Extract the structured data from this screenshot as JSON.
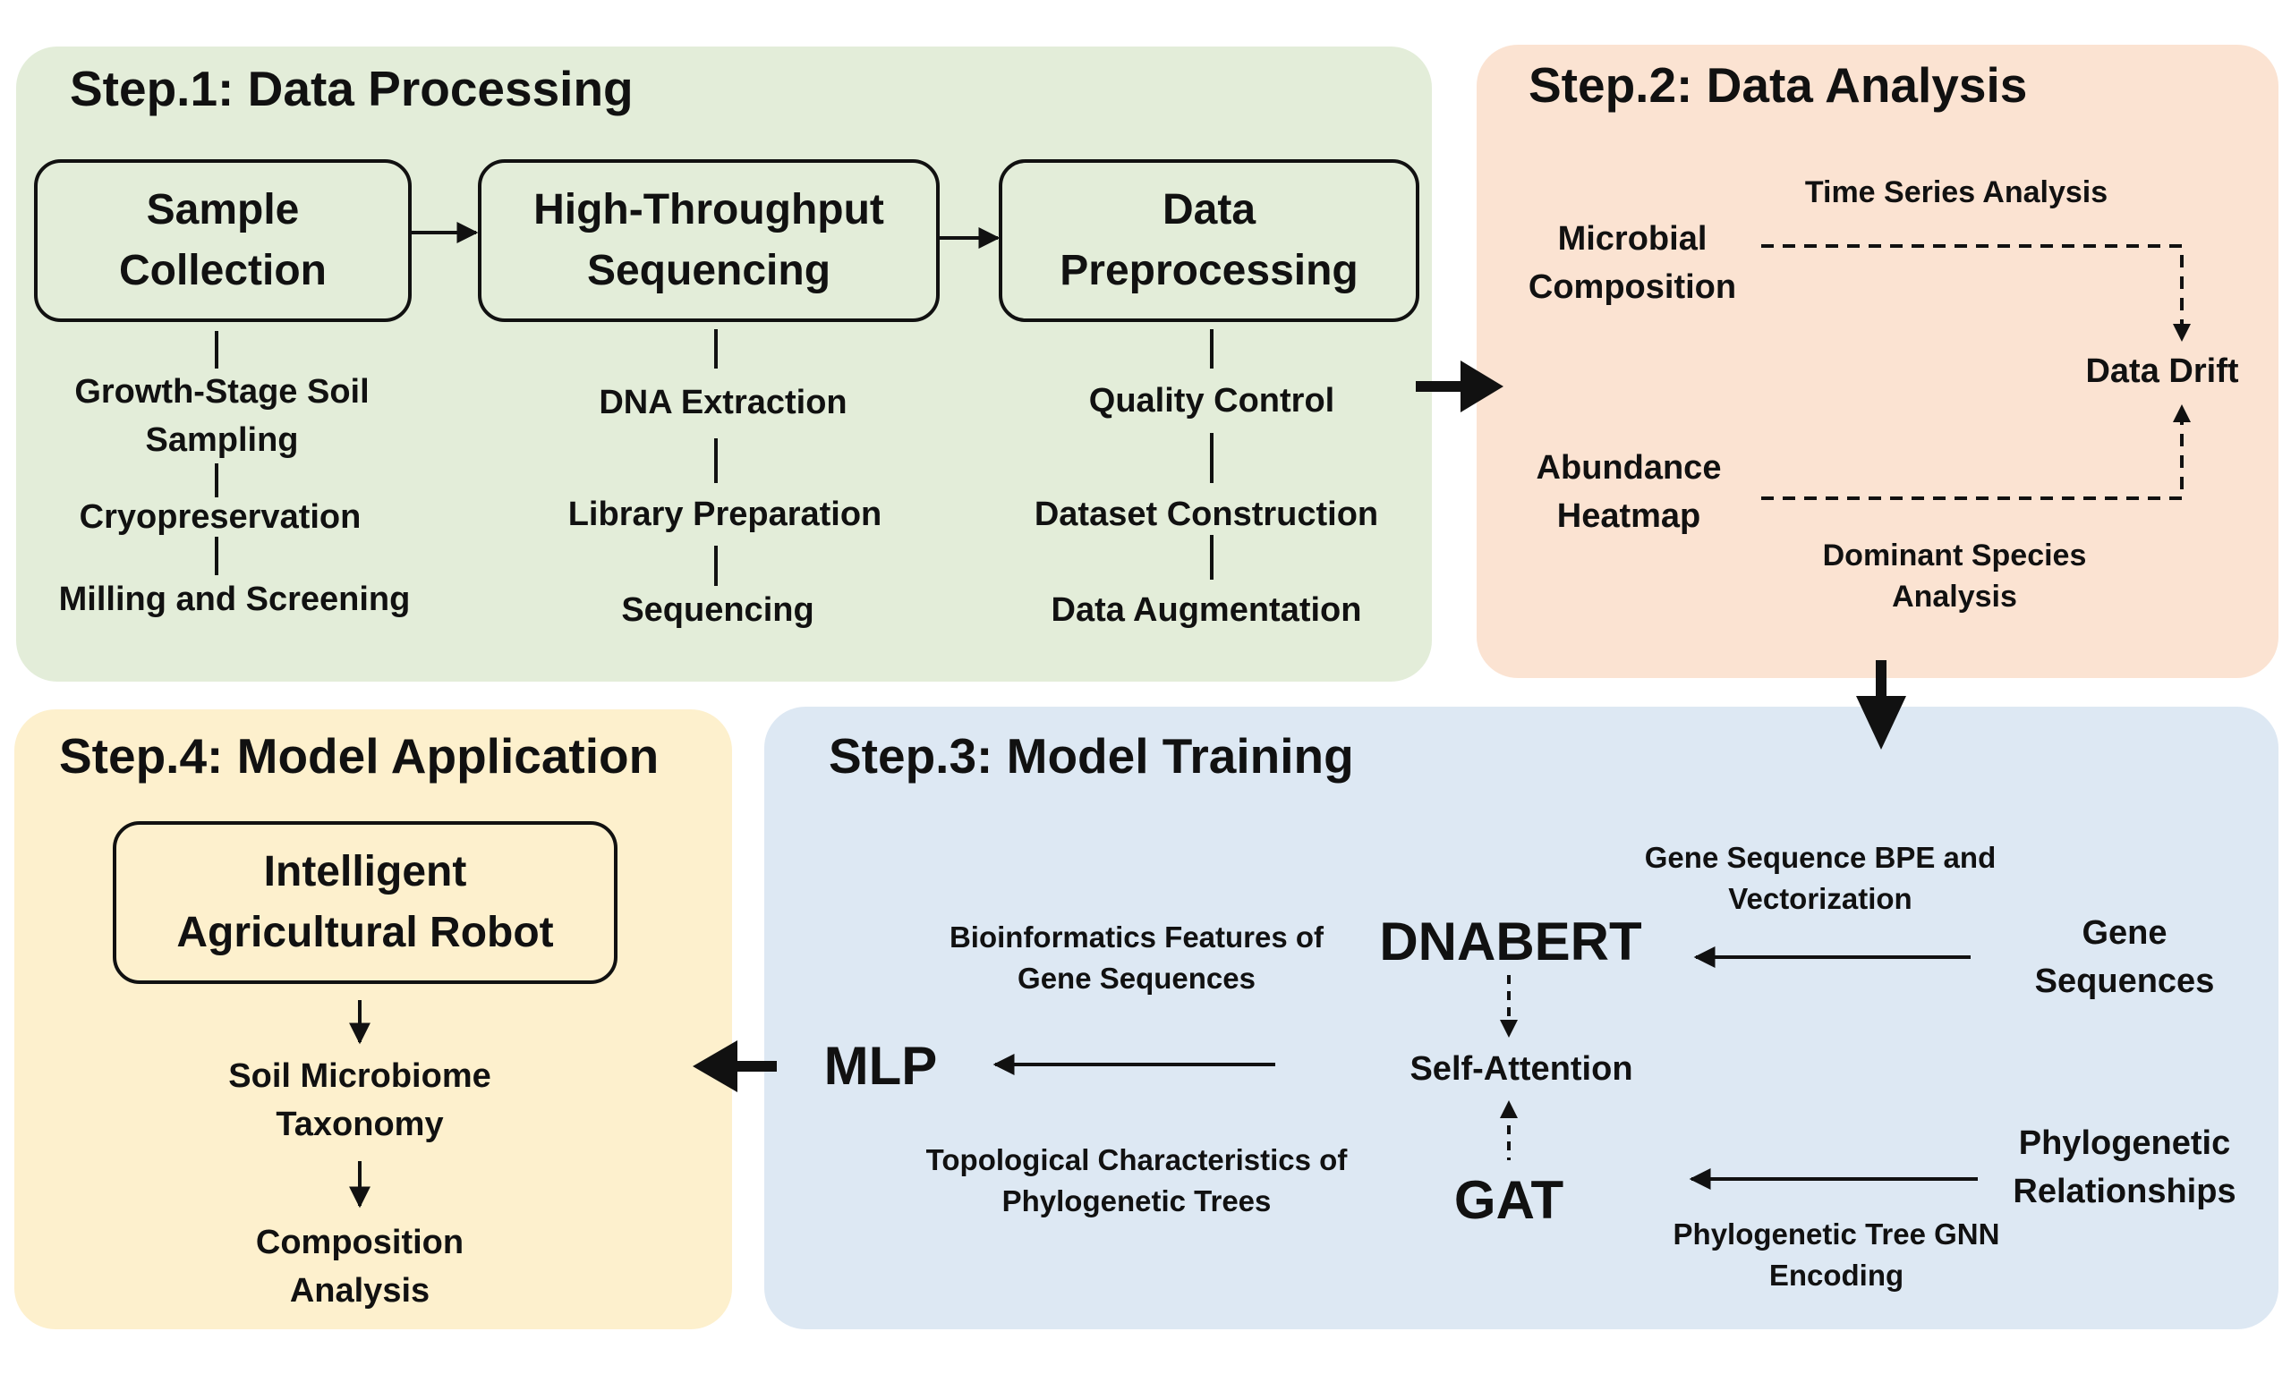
{
  "step1": {
    "title": "Step.1: Data Processing",
    "boxes": {
      "sample_collection": "Sample\nCollection",
      "sequencing": "High-Throughput\nSequencing",
      "preprocessing": "Data\nPreprocessing"
    },
    "sample_items": [
      "Growth-Stage Soil\nSampling",
      "Cryopreservation",
      "Milling and Screening"
    ],
    "sequencing_items": [
      "DNA Extraction",
      "Library Preparation",
      "Sequencing"
    ],
    "preprocessing_items": [
      "Quality Control",
      "Dataset Construction",
      "Data Augmentation"
    ]
  },
  "step2": {
    "title": "Step.2: Data Analysis",
    "microbial_composition": "Microbial\nComposition",
    "abundance_heatmap": "Abundance\nHeatmap",
    "time_series": "Time Series Analysis",
    "dominant_species": "Dominant Species\nAnalysis",
    "data_drift": "Data Drift"
  },
  "step3": {
    "title": "Step.3: Model Training",
    "dnabert": "DNABERT",
    "self_attention": "Self-Attention",
    "gat": "GAT",
    "mlp": "MLP",
    "gene_sequences": "Gene\nSequences",
    "phylo_relationships": "Phylogenetic\nRelationships",
    "bpe_vectorization": "Gene Sequence BPE and\nVectorization",
    "gnn_encoding": "Phylogenetic Tree GNN\nEncoding",
    "bio_features": "Bioinformatics Features of\nGene Sequences",
    "topo_features": "Topological Characteristics of\nPhylogenetic Trees"
  },
  "step4": {
    "title": "Step.4: Model Application",
    "robot": "Intelligent\nAgricultural Robot",
    "taxonomy": "Soil Microbiome\nTaxonomy",
    "composition": "Composition\nAnalysis"
  }
}
